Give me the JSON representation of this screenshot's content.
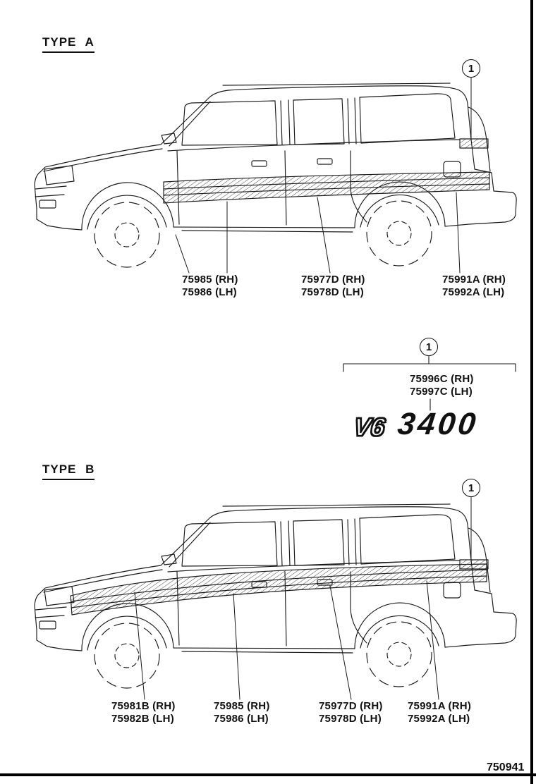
{
  "colors": {
    "ink": "#1a1a1a",
    "paper": "#ffffff"
  },
  "headings": {
    "type_a": "TYPE A",
    "type_b": "TYPE B"
  },
  "callout": {
    "number": "1"
  },
  "type_a": {
    "labels": [
      {
        "lines": [
          "75985 (RH)",
          "75986 (LH)"
        ]
      },
      {
        "lines": [
          "75977D (RH)",
          "75978D (LH)"
        ]
      },
      {
        "lines": [
          "75991A (RH)",
          "75992A (LH)"
        ]
      }
    ]
  },
  "emblem": {
    "labels": [
      "75996C (RH)",
      "75997C (LH)"
    ],
    "badge": {
      "engine": "V6",
      "displacement": "3400"
    }
  },
  "type_b": {
    "labels": [
      {
        "lines": [
          "75981B (RH)",
          "75982B (LH)"
        ]
      },
      {
        "lines": [
          "75985 (RH)",
          "75986 (LH)"
        ]
      },
      {
        "lines": [
          "75977D (RH)",
          "75978D (LH)"
        ]
      },
      {
        "lines": [
          "75991A (RH)",
          "75992A (LH)"
        ]
      }
    ]
  },
  "footer": {
    "figure_number": "750941"
  }
}
